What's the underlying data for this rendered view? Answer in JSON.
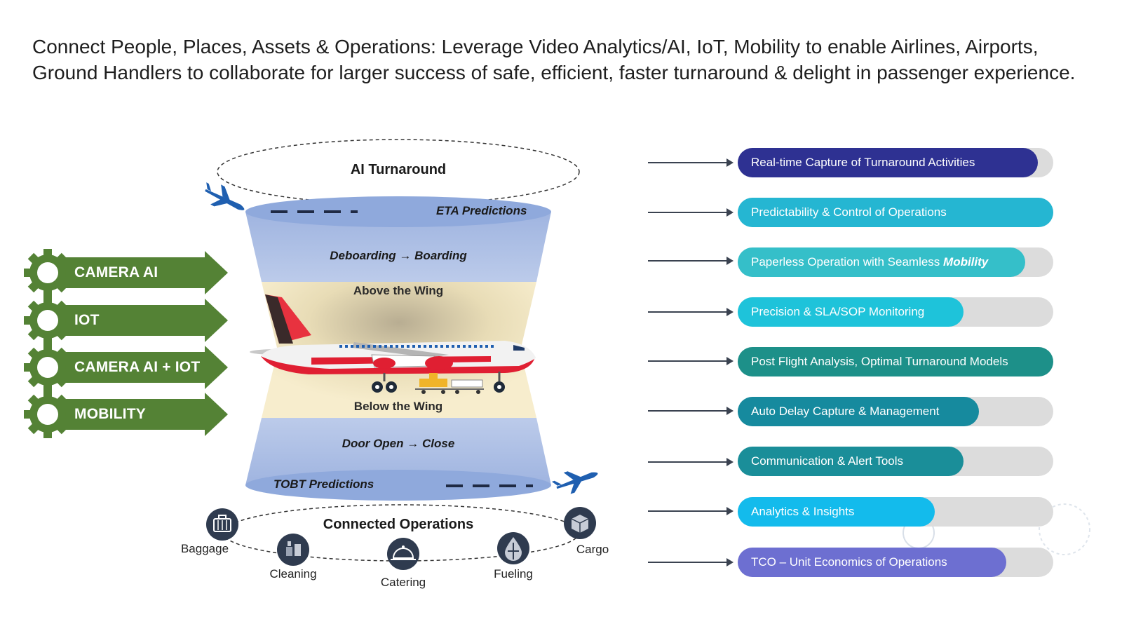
{
  "headline": {
    "line1": "Connect People, Places, Assets & Operations: Leverage Video Analytics/AI, IoT, Mobility to enable Airlines, Airports,",
    "line2": "Ground Handlers to collaborate for larger success of safe, efficient, faster turnaround & delight in passenger experience."
  },
  "technologies": [
    {
      "label": "CAMERA AI",
      "icon": "gear-icon"
    },
    {
      "label": "IOT",
      "icon": "gear-icon"
    },
    {
      "label": "CAMERA AI + IOT",
      "icon": "gear-icon"
    },
    {
      "label": "MOBILITY",
      "icon": "gear-icon"
    }
  ],
  "funnel": {
    "top_title": "AI Turnaround",
    "eta": "ETA Predictions",
    "deboarding": "Deboarding",
    "boarding": "Boarding",
    "arrow_glyph": "→",
    "above_wing": "Above the Wing",
    "below_wing": "Below the Wing",
    "door_open": "Door Open",
    "door_close": "Close",
    "tobt": "TOBT Predictions",
    "bottom_title": "Connected Operations"
  },
  "operations": [
    {
      "label": "Baggage",
      "icon": "luggage-icon"
    },
    {
      "label": "Cleaning",
      "icon": "cleaning-icon"
    },
    {
      "label": "Catering",
      "icon": "catering-cloche-icon"
    },
    {
      "label": "Fueling",
      "icon": "fuel-drop-icon"
    },
    {
      "label": "Cargo",
      "icon": "cargo-box-icon"
    }
  ],
  "benefits": [
    {
      "label": "Real-time Capture of  Turnaround Activities",
      "fill": 0.95,
      "color": "#2e3192"
    },
    {
      "label": "Predictability & Control of Operations",
      "fill": 1.0,
      "color": "#25b6d2"
    },
    {
      "label_prefix": "Paperless Operation with Seamless ",
      "label_emphasis": "Mobility",
      "fill": 0.91,
      "color": "#35bfc9"
    },
    {
      "label": "Precision & SLA/SOP Monitoring",
      "fill": 0.715,
      "color": "#1ec3da"
    },
    {
      "label": "Post Flight Analysis, Optimal Turnaround Models",
      "fill": 1.0,
      "color": "#1d9089"
    },
    {
      "label": "Auto Delay Capture & Management",
      "fill": 0.765,
      "color": "#168a9e"
    },
    {
      "label": "Communication & Alert Tools",
      "fill": 0.715,
      "color": "#1a8e99"
    },
    {
      "label": "Analytics & Insights",
      "fill": 0.625,
      "color": "#13bbec"
    },
    {
      "label": "TCO – Unit Economics of Operations",
      "fill": 0.85,
      "color": "#6d6fd1"
    }
  ],
  "colors": {
    "tech_green": "#548235",
    "funnel_blue": "#b4c5e7",
    "funnel_ellipse": "#8faadc",
    "wing_band": "#f4e7c1",
    "ops_icon": "#2f3b4f"
  }
}
